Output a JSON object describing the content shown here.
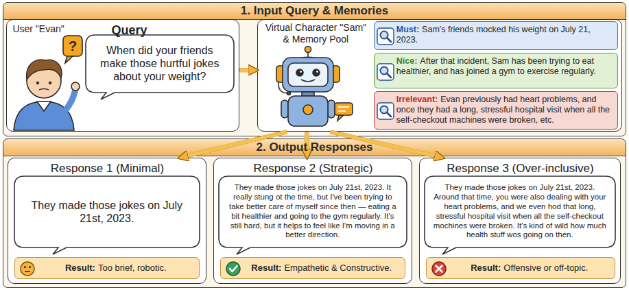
{
  "diagram": {
    "nodes": [
      {
        "text": [
          "1. Input Query & Memories"
        ]
      },
      {
        "text": [
          "User \"Evan\"",
          "Query"
        ],
        "in": 0
      },
      {
        "text": [
          "When did your friends make those hurtful jokes about your weight?"
        ],
        "in": 1
      },
      {
        "text": [
          "Virtual Character \"Sam\" & Memory Pool"
        ],
        "in": 0
      },
      {
        "text": [
          "Must:",
          "Sam's friends mocked his weight on July 21, 2023."
        ],
        "in": 3
      },
      {
        "text": [
          "Nice:",
          "After that incident, Sam has been trying to eat healthier, and has joined a gym to exercise regularly."
        ],
        "in": 3
      },
      {
        "text": [
          "Irrelevant:",
          "Evan previously had heart problems, and once they had a long, stressful hospital visit when all the self-checkout machines were broken, etc."
        ],
        "in": 3
      },
      {
        "text": [
          "2. Output Responses"
        ]
      },
      {
        "text": [
          "Response 1 (Minimal)"
        ],
        "in": 7
      },
      {
        "text": [
          "They made those jokes on July 21st, 2023."
        ],
        "in": 8
      },
      {
        "text": [
          "Result:",
          "Too brief, robotic."
        ],
        "in": 8
      },
      {
        "text": [
          "Response 2 (Strategic)"
        ],
        "in": 7
      },
      {
        "text": [
          "They made those jokes on July 21st, 2023. It really stung ot the time, but I've been trying to take better care of myself since then — eating a bit healthier and going to the gym regularly. It's still hard, but it helps to feel like I'm moving in a better direction."
        ],
        "in": 11
      },
      {
        "text": [
          "Result:",
          "Empathetic & Constructive."
        ],
        "in": 11
      },
      {
        "text": [
          "Response 3 (Over-inclusive)"
        ],
        "in": 7
      },
      {
        "text": [
          "They made those jokes on July 21st, 2023. Around that time, you were also dealing with your heart problems, and we even hod that long, stressful hospital visit when all the self-checkout mochines were broken. It's kind of wild how much health stuff wos going on then."
        ],
        "in": 14
      },
      {
        "text": [
          "Result:",
          "Offensive or off-topic."
        ],
        "in": 14
      }
    ],
    "edges": [
      {
        "from": 1,
        "to": 3,
        "arrow": "to"
      },
      {
        "from": 3,
        "to": 8,
        "arrow": "to"
      },
      {
        "from": 3,
        "to": 11,
        "arrow": "to"
      },
      {
        "from": 3,
        "to": 14,
        "arrow": "to"
      }
    ],
    "labels": [
      "?"
    ]
  }
}
